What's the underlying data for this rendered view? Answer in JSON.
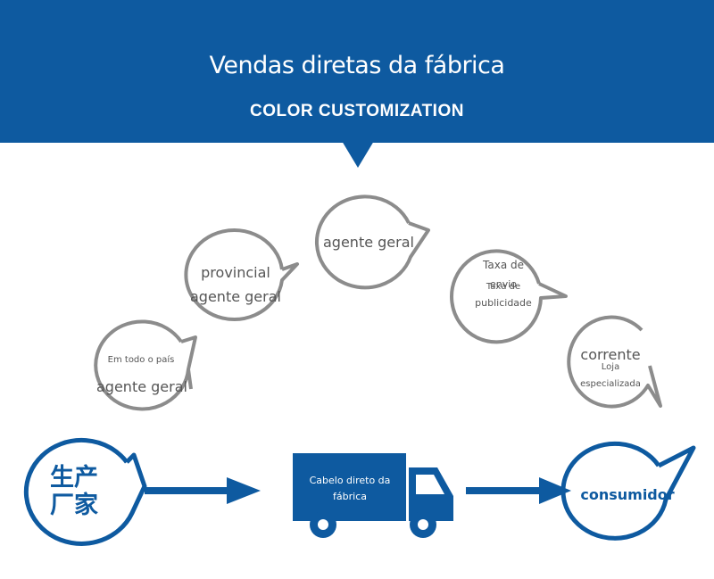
{
  "header": {
    "title": "Vendas diretas da fábrica",
    "subtitle": "COLOR CUSTOMIZATION"
  },
  "bubbles": {
    "national": {
      "line1": "Em todo o país",
      "line2": "agente geral"
    },
    "provincial": {
      "line1": "provincial",
      "line2": "agente geral"
    },
    "general": {
      "line1": "agente geral"
    },
    "fee": {
      "line1": "Taxa de",
      "line2": "envio",
      "line3": "Taxa de",
      "line4": "publicidade"
    },
    "store": {
      "line1": "corrente",
      "line2": "Loja",
      "line3": "especializada"
    }
  },
  "flow": {
    "factory": "生产厂家",
    "truck": "Cabelo direto da fábrica",
    "consumer": "consumidor"
  },
  "colors": {
    "brand_blue": "#0e5aa0",
    "bubble_gray": "#8c8c8c",
    "text_gray": "#555555"
  },
  "icons": {
    "truck": "delivery-truck-icon",
    "arrow": "right-arrow-icon"
  }
}
